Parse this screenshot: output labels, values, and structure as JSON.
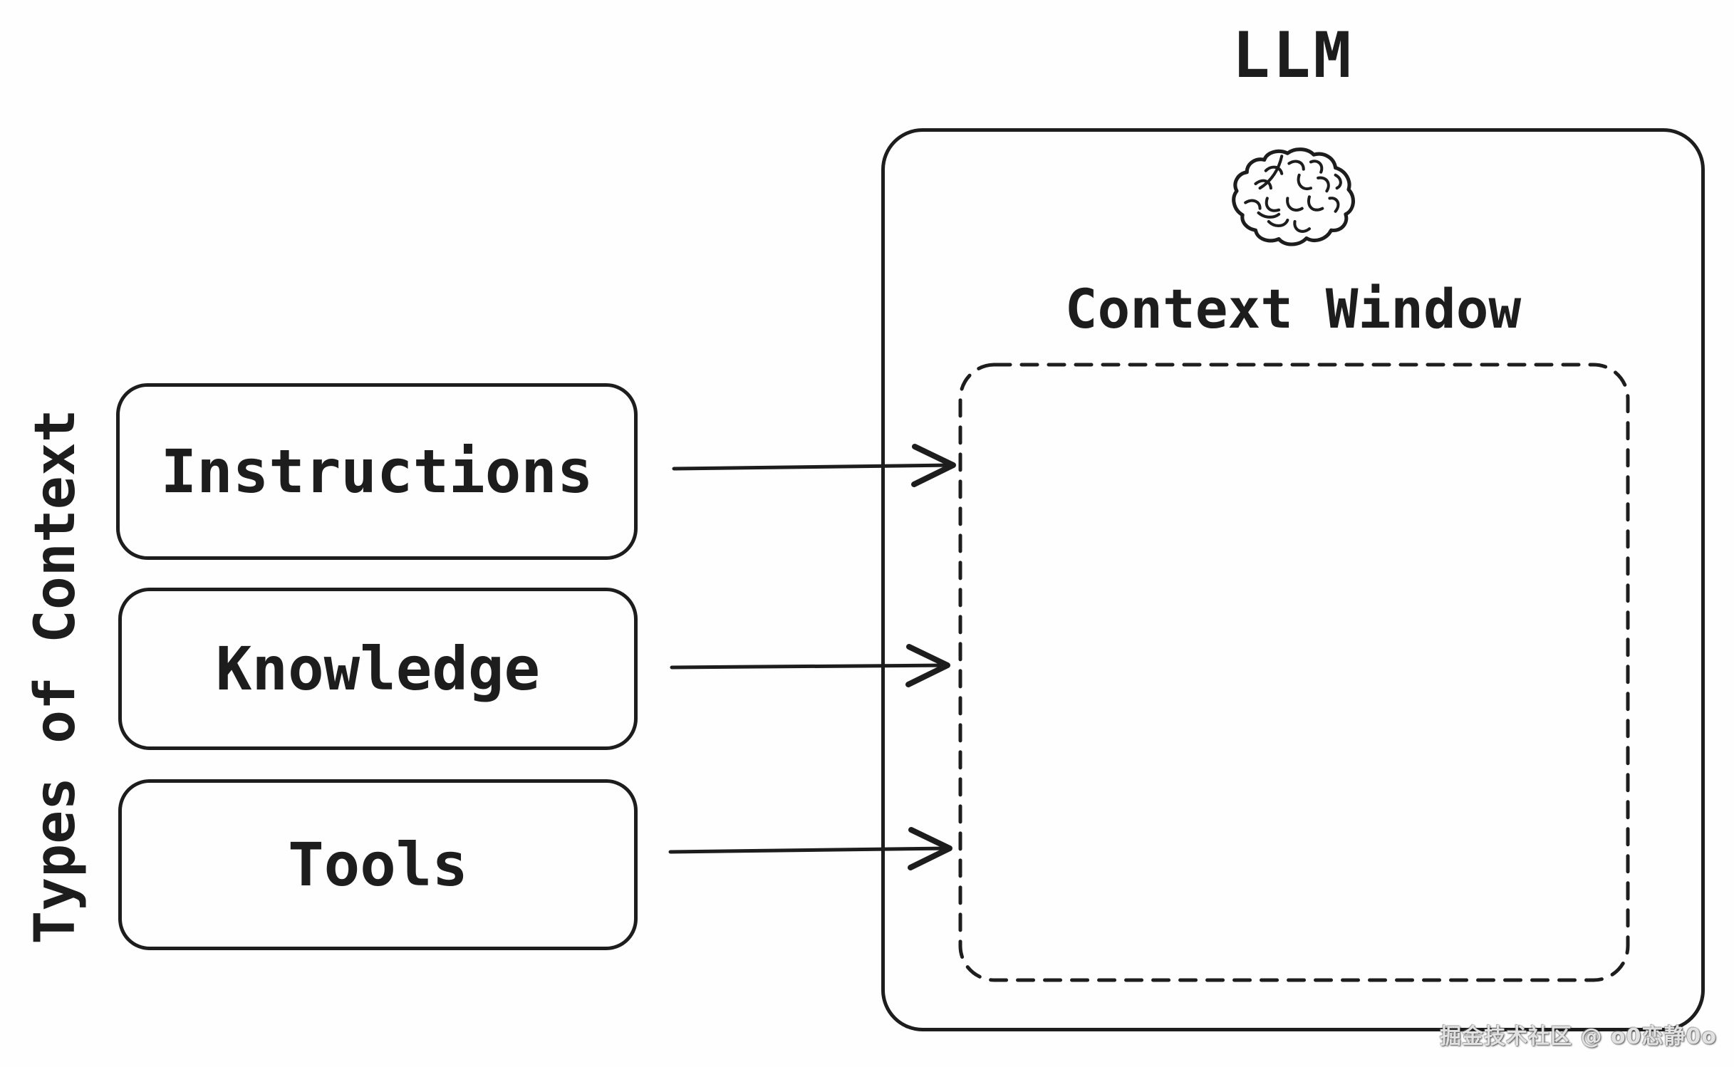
{
  "diagram": {
    "background": "#ffffff",
    "stroke_color": "#1d1d1d",
    "llm": {
      "title": "LLM",
      "brain_icon": "brain-icon",
      "context_window_label": "Context Window",
      "context_window_style": "dashed rounded rectangle"
    },
    "left_panel": {
      "group_label": "Types of Context",
      "types": [
        {
          "label": "Instructions"
        },
        {
          "label": "Knowledge"
        },
        {
          "label": "Tools"
        }
      ]
    },
    "arrows": [
      {
        "from": "Instructions",
        "to": "Context Window"
      },
      {
        "from": "Knowledge",
        "to": "Context Window"
      },
      {
        "from": "Tools",
        "to": "Context Window"
      }
    ],
    "watermark": "掘金技术社区 @ o0恋静0o"
  }
}
